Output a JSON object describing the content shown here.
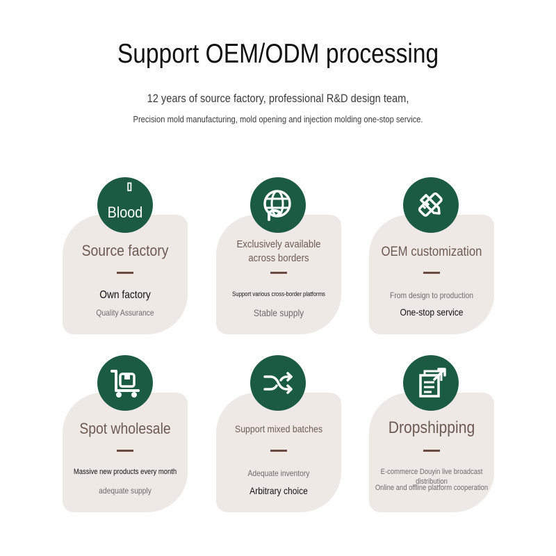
{
  "header": {
    "title": "Support OEM/ODM processing",
    "line1": "12 years of source factory, professional R&D design team,",
    "line2": "Precision mold manufacturing, mold opening and injection molding one-stop service."
  },
  "colors": {
    "accent": "#1b5b44",
    "card": "#efe9e6",
    "title_brown": "#6d5a54",
    "dash": "#6d4a40"
  },
  "cards": [
    {
      "icon": "factory-icon",
      "icon_text": "Blood",
      "title": "Source factory",
      "line1": "Own factory",
      "line2": "Quality Assurance"
    },
    {
      "icon": "globe-icon",
      "title_line1": "Exclusively available",
      "title_line2": "across borders",
      "line1": "Support various cross-border platforms",
      "line2": "Stable supply"
    },
    {
      "icon": "pencil-ruler-icon",
      "title": "OEM customization",
      "line1": "From design to production",
      "line2": "One-stop service"
    },
    {
      "icon": "cart-icon",
      "title": "Spot wholesale",
      "line1": "Massive new products every month",
      "line2": "adequate supply"
    },
    {
      "icon": "shuffle-icon",
      "title": "Support mixed batches",
      "line1": "Adequate inventory",
      "line2": "Arbitrary choice"
    },
    {
      "icon": "share-document-icon",
      "title": "Dropshipping",
      "line1": "E-commerce Douyin live broadcast distribution",
      "line2": "Online and offline platform cooperation"
    }
  ]
}
